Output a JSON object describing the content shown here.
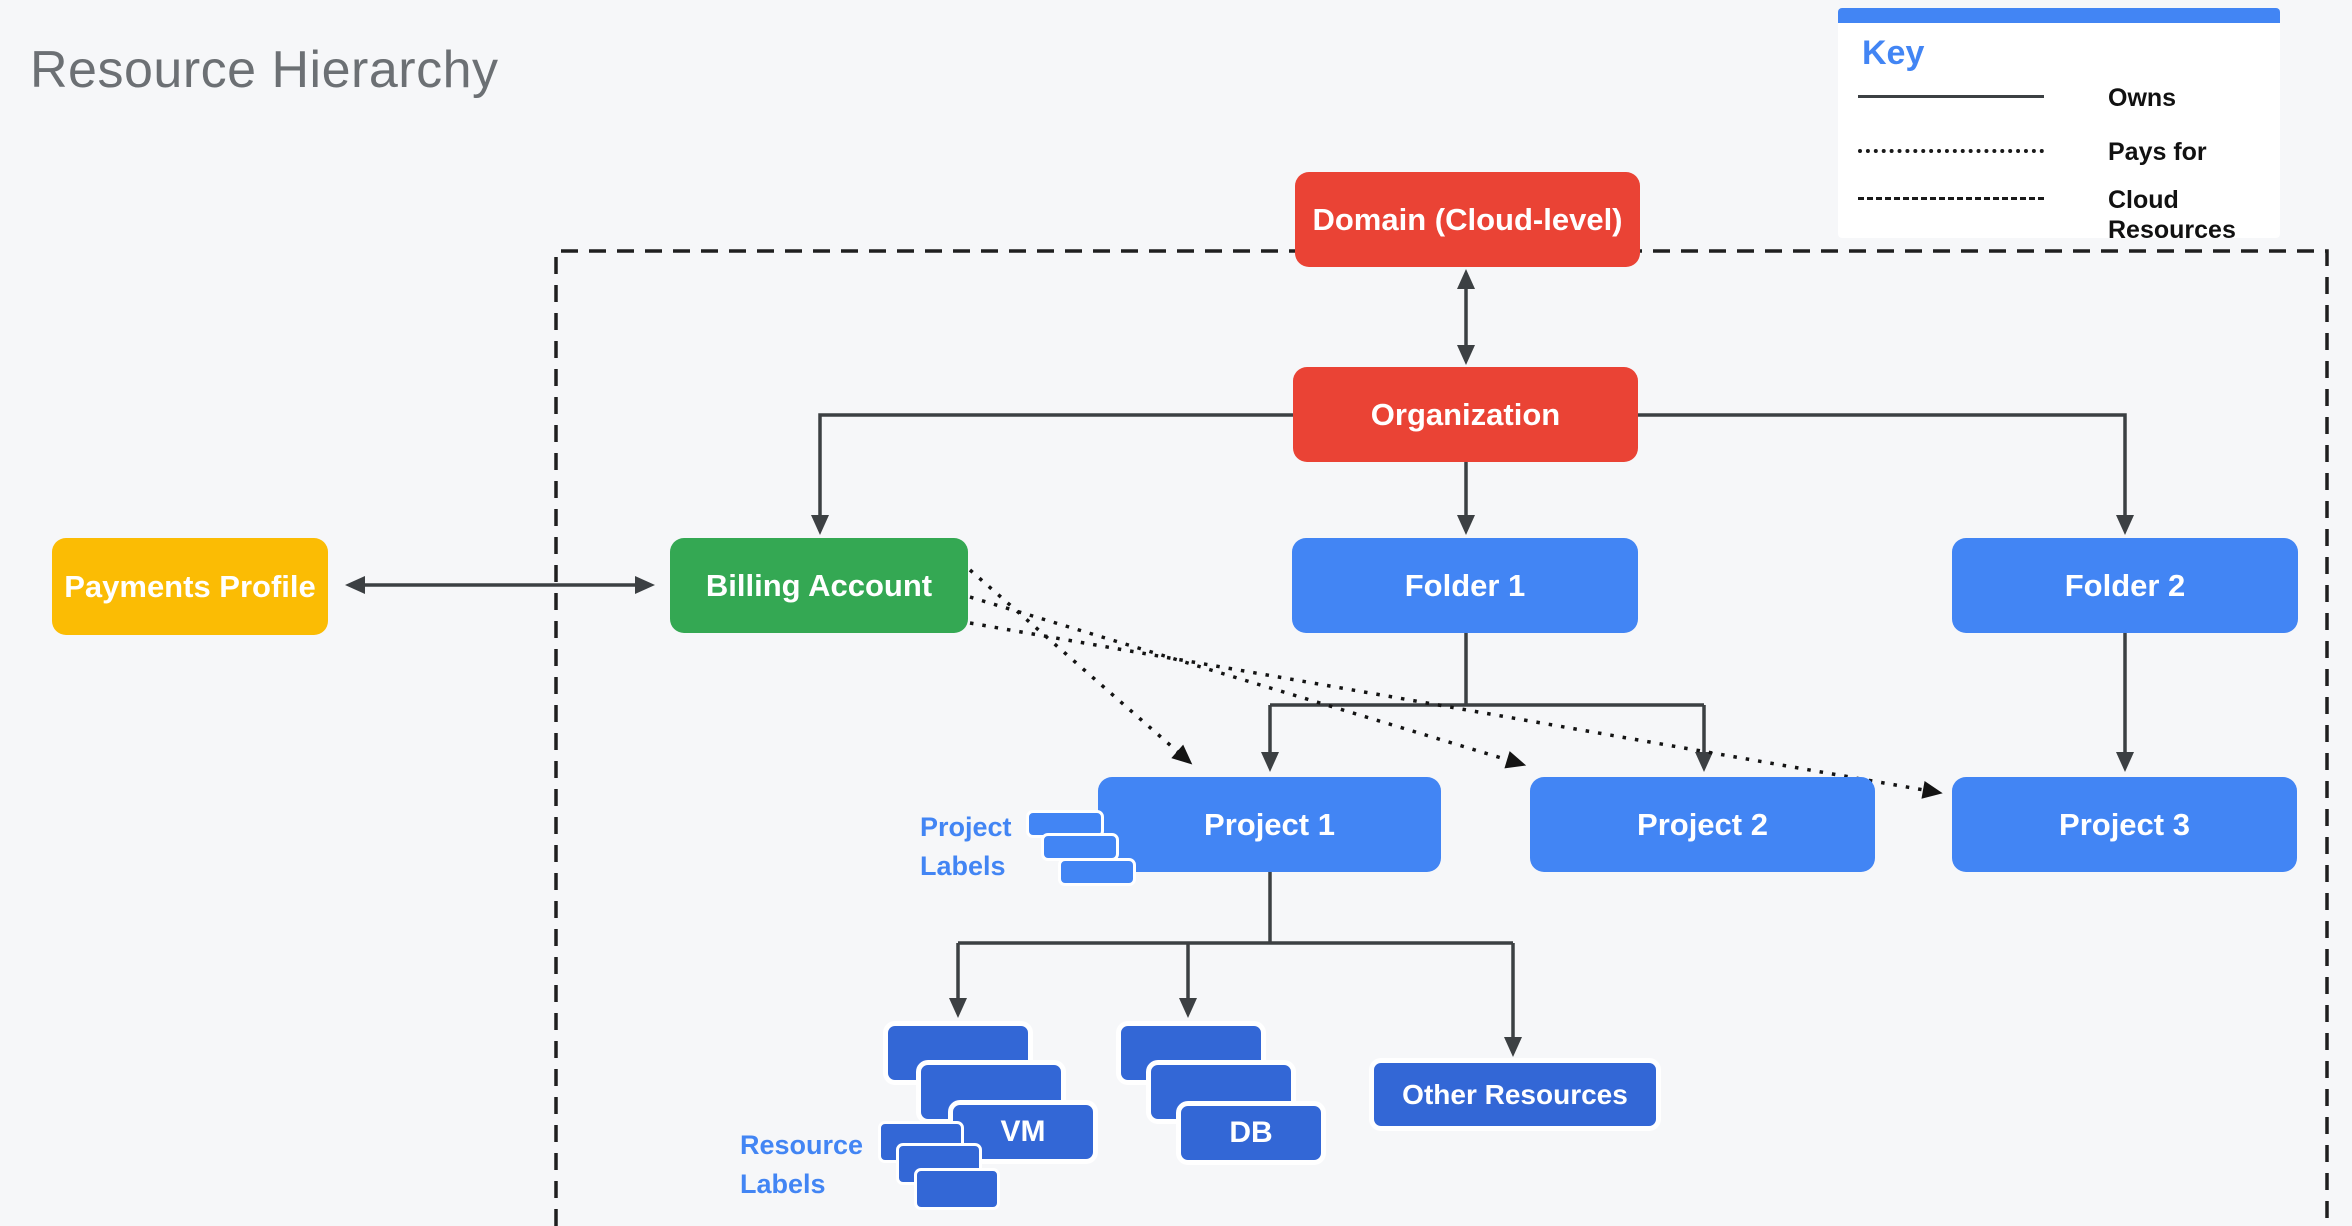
{
  "page": {
    "title": "Resource Hierarchy"
  },
  "key": {
    "heading": "Key",
    "items": [
      {
        "style": "solid",
        "label": "Owns"
      },
      {
        "style": "dotted",
        "label": "Pays for"
      },
      {
        "style": "dashed",
        "label": "Cloud Resources"
      }
    ]
  },
  "nodes": {
    "domain": {
      "label": "Domain (Cloud-level)",
      "color": "#EA4335"
    },
    "organization": {
      "label": "Organization",
      "color": "#EA4335"
    },
    "payments_profile": {
      "label": "Payments Profile",
      "color": "#FBBC04"
    },
    "billing_account": {
      "label": "Billing Account",
      "color": "#34A853"
    },
    "folder1": {
      "label": "Folder 1",
      "color": "#4285F4"
    },
    "folder2": {
      "label": "Folder 2",
      "color": "#4285F4"
    },
    "project1": {
      "label": "Project 1",
      "color": "#4285F4"
    },
    "project2": {
      "label": "Project 2",
      "color": "#4285F4"
    },
    "project3": {
      "label": "Project 3",
      "color": "#4285F4"
    },
    "vm": {
      "label": "VM",
      "color": "#3367D6"
    },
    "db": {
      "label": "DB",
      "color": "#3367D6"
    },
    "other_resources": {
      "label": "Other Resources",
      "color": "#3367D6"
    }
  },
  "annotations": {
    "project_labels": "Project Labels",
    "resource_labels": "Resource Labels"
  },
  "edges": [
    {
      "from": "domain",
      "to": "organization",
      "type": "owns",
      "bidirectional": true
    },
    {
      "from": "organization",
      "to": "billing_account",
      "type": "owns"
    },
    {
      "from": "organization",
      "to": "folder1",
      "type": "owns"
    },
    {
      "from": "organization",
      "to": "folder2",
      "type": "owns"
    },
    {
      "from": "payments_profile",
      "to": "billing_account",
      "type": "owns",
      "bidirectional": true
    },
    {
      "from": "folder1",
      "to": "project1",
      "type": "owns"
    },
    {
      "from": "folder1",
      "to": "project2",
      "type": "owns"
    },
    {
      "from": "folder2",
      "to": "project3",
      "type": "owns"
    },
    {
      "from": "billing_account",
      "to": "project1",
      "type": "pays_for"
    },
    {
      "from": "billing_account",
      "to": "project2",
      "type": "pays_for"
    },
    {
      "from": "billing_account",
      "to": "project3",
      "type": "pays_for"
    },
    {
      "from": "project1",
      "to": "vm",
      "type": "owns"
    },
    {
      "from": "project1",
      "to": "db",
      "type": "owns"
    },
    {
      "from": "project1",
      "to": "other_resources",
      "type": "owns"
    }
  ],
  "colors": {
    "background": "#F6F7F9",
    "title_text": "#6C7074",
    "connector": "#3C4043",
    "boundary": "#1F1F1F",
    "accent_blue": "#4285F4"
  }
}
